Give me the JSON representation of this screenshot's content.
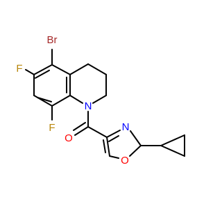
{
  "molecule": {
    "atoms": {
      "br": {
        "label": "Br",
        "color": "#a52a2a"
      },
      "f6": {
        "label": "F",
        "color": "#b8860b"
      },
      "f8": {
        "label": "F",
        "color": "#b8860b"
      },
      "n1": {
        "label": "N",
        "color": "#0000ff"
      },
      "o_carbonyl": {
        "label": "O",
        "color": "#ff0000"
      },
      "n_oxazole": {
        "label": "N",
        "color": "#0000ff"
      },
      "o_oxazole": {
        "label": "O",
        "color": "#ff0000"
      }
    },
    "bond_color": "#000000"
  }
}
